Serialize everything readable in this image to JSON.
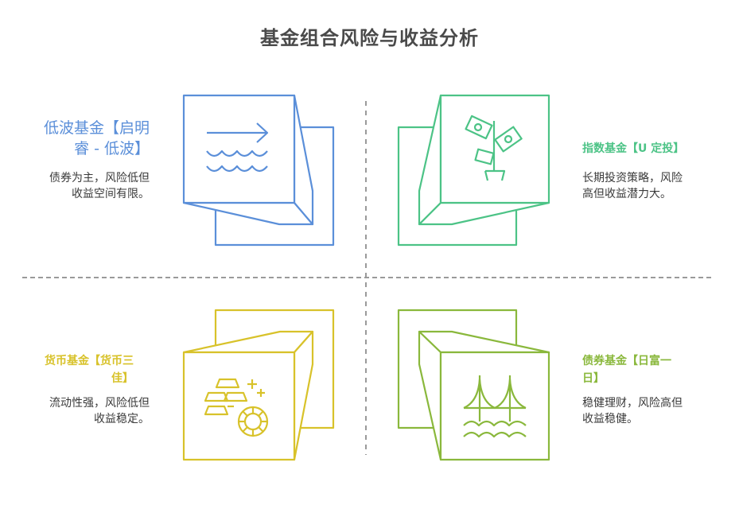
{
  "title": "基金组合风险与收益分析",
  "colors": {
    "blue": "#5b8fd9",
    "green": "#4cc386",
    "yellow": "#d8c22a",
    "olive": "#8ab83c",
    "divider": "#9a9a9a",
    "text": "#3a3a3a"
  },
  "quadrants": [
    {
      "position": "top-left",
      "title_line1": "低波基金【启明",
      "title_line2": "睿 - 低波】",
      "desc_line1": "债券为主，风险低但",
      "desc_line2": "收益空间有限。",
      "icon": "waves-arrow-icon"
    },
    {
      "position": "top-right",
      "title_line1": "指数基金【U 定投】",
      "desc_line1": "长期投资策略，风险",
      "desc_line2": "高但收益潜力大。",
      "icon": "money-plant-icon"
    },
    {
      "position": "bottom-left",
      "title_line1": "货币基金【货币三",
      "title_line2": "佳】",
      "desc_line1": "流动性强，风险低但",
      "desc_line2": "收益稳定。",
      "icon": "gold-bars-coin-icon"
    },
    {
      "position": "bottom-right",
      "title_line1": "债券基金【日富一",
      "title_line2": "日】",
      "desc_line1": "稳健理财，风险高但",
      "desc_line2": "收益稳健。",
      "icon": "bridge-water-icon"
    }
  ]
}
